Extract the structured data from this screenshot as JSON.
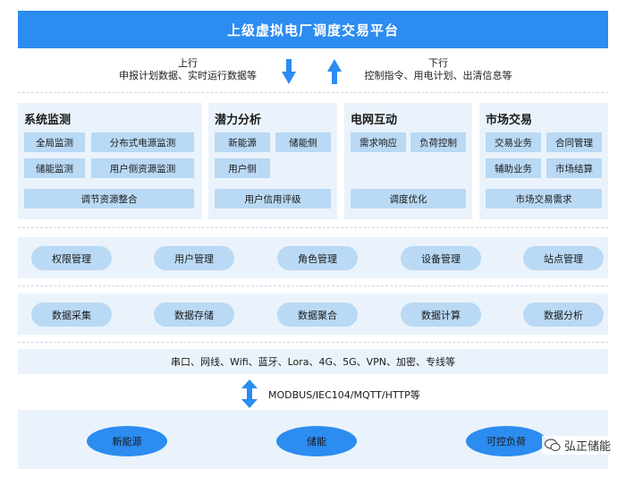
{
  "banner": {
    "title": "上级虚拟电厂调度交易平台"
  },
  "upstream": {
    "line1": "上行",
    "line2": "申报计划数据、实时运行数据等"
  },
  "downstream": {
    "line1": "下行",
    "line2": "控制指令、用电计划、出清信息等"
  },
  "modules": {
    "system_monitor": {
      "title": "系统监测",
      "items": [
        "全局监测",
        "分布式电源监测",
        "储能监测",
        "用户侧资源监测",
        "调节资源整合"
      ]
    },
    "potential_analysis": {
      "title": "潜力分析",
      "items": [
        "新能源",
        "储能侧",
        "用户侧",
        "用户信用评级"
      ]
    },
    "grid_interaction": {
      "title": "电网互动",
      "items": [
        "需求响应",
        "负荷控制",
        "调度优化"
      ]
    },
    "market_trading": {
      "title": "市场交易",
      "items": [
        "交易业务",
        "合同管理",
        "辅助业务",
        "市场结算",
        "市场交易需求"
      ]
    }
  },
  "management_row": [
    "权限管理",
    "用户管理",
    "角色管理",
    "设备管理",
    "站点管理"
  ],
  "data_row": [
    "数据采集",
    "数据存储",
    "数据聚合",
    "数据计算",
    "数据分析"
  ],
  "comm_channels": "串口、网线、Wifi、蓝牙、Lora、4G、5G、VPN、加密、专线等",
  "protocols": "MODBUS/IEC104/MQTT/HTTP等",
  "resources": [
    "新能源",
    "储能",
    "可控负荷"
  ],
  "watermark": "弘正储能",
  "colors": {
    "primary": "#2c8cf0",
    "chip": "#b9d9f4",
    "panel": "#eaf3fb"
  }
}
